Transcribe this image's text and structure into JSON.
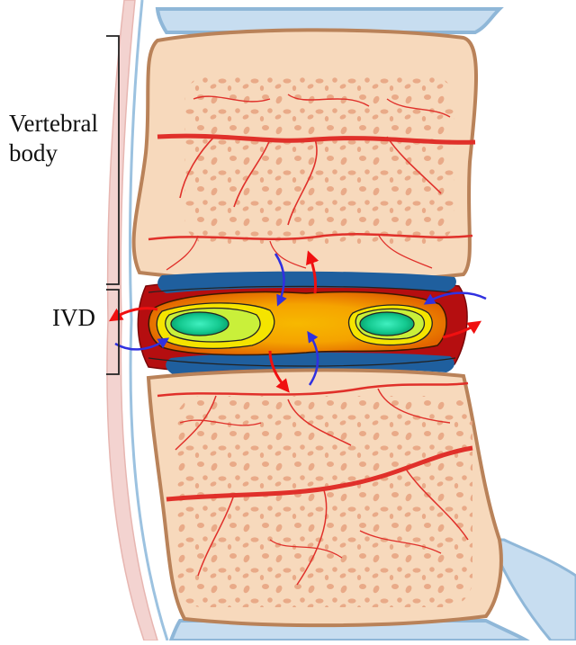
{
  "labels": {
    "vertebral_line1": "Vertebral",
    "vertebral_line2": "body",
    "ivd": "IVD"
  },
  "colors": {
    "bone_fill": "#f7d9bc",
    "bone_outline": "#b98259",
    "cancellous_pore": "#e8a785",
    "blood_vessel": "#e0302a",
    "endplate": "#1f5f9e",
    "annulus": "#b50e10",
    "nucleus_core": "#f5c400",
    "nucleus_hotspot": "#19d49a",
    "outflow_arrow": "#f01010",
    "inflow_arrow": "#3030e0",
    "ligament": "#f3d3d0",
    "adjacent_vertebra": "#c7ddf0"
  }
}
